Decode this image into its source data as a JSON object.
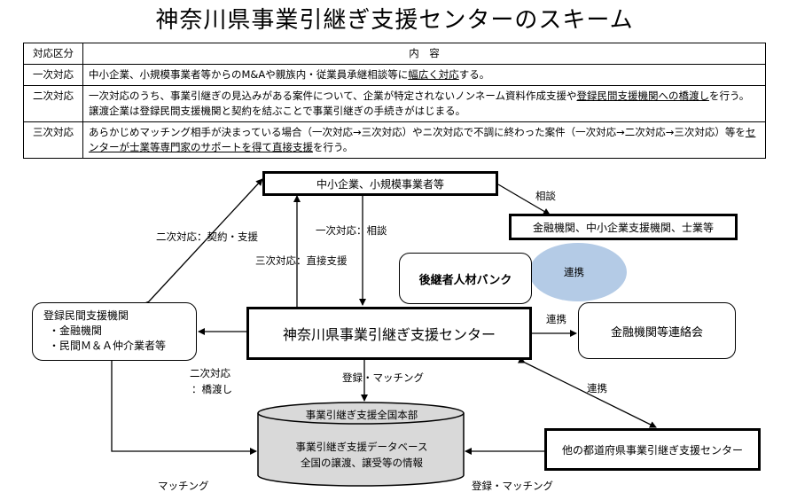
{
  "title": "神奈川県事業引継ぎ支援センターのスキーム",
  "table": {
    "header": {
      "col1": "対応区分",
      "col2": "内　容"
    },
    "rows": [
      {
        "category": "一次対応",
        "segments": [
          {
            "text": "中小企業、小規模事業者等からのM&Aや親族内・従業員承継相談等に",
            "u": false
          },
          {
            "text": "幅広く対応",
            "u": true
          },
          {
            "text": "する。",
            "u": false
          }
        ]
      },
      {
        "category": "二次対応",
        "segments": [
          {
            "text": "一次対応のうち、事業引継ぎの見込みがある案件について、企業が特定されないノンネーム資料作成支援や",
            "u": false
          },
          {
            "text": "登録民間支援機関への橋渡し",
            "u": true
          },
          {
            "text": "を行う。 譲渡企業は登録民間支援機関と契約を結ぶことで事業引継ぎの手続きがはじまる。",
            "u": false
          }
        ]
      },
      {
        "category": "三次対応",
        "segments": [
          {
            "text": "あらかじめマッチング相手が決まっている場合（一次対応→三次対応）やニ次対応で不調に終わった案件（一次対応→二次対応→三次対応）等を",
            "u": false
          },
          {
            "text": "センターが士業等専門家のサポートを得て直接支援",
            "u": true
          },
          {
            "text": "を行う。",
            "u": false
          }
        ]
      }
    ]
  },
  "diagram": {
    "nodes": {
      "sme": "中小企業、小規模事業者等",
      "financial_inst": "金融機関、中小企業支援機関、士業等",
      "successor_bank": "後継者人材バンク",
      "center": "神奈川県事業引継ぎ支援センター",
      "fin_council": "金融機関等連絡会",
      "registered_title": "登録民間支援機関",
      "registered_item1": "・金融機関",
      "registered_item2": "・民間Ｍ＆Ａ仲介業者等",
      "hq": "事業引継ぎ支援全国本部",
      "db_line1": "事業引継ぎ支援データベース",
      "db_line2": "全国の譲渡、譲受等の情報",
      "other_centers": "他の都道府県事業引継ぎ支援センター"
    },
    "labels": {
      "consult": "相談",
      "secondary_contract": "二次対応：契約・支援",
      "primary_consult": "一次対応：相談",
      "tertiary_direct": "三次対応：直接支援",
      "collab_bank": "連携",
      "collab_council": "連携",
      "collab_other": "連携",
      "secondary_bridge_1": "二次対応",
      "secondary_bridge_2": "：橋渡し",
      "register_match_center": "登録・マッチング",
      "matching": "マッチング",
      "register_match_other": "登録・マッチング"
    },
    "colors": {
      "bank_ellipse": "#b4cbe6",
      "cylinder_fill": "#d9d9d9"
    }
  }
}
